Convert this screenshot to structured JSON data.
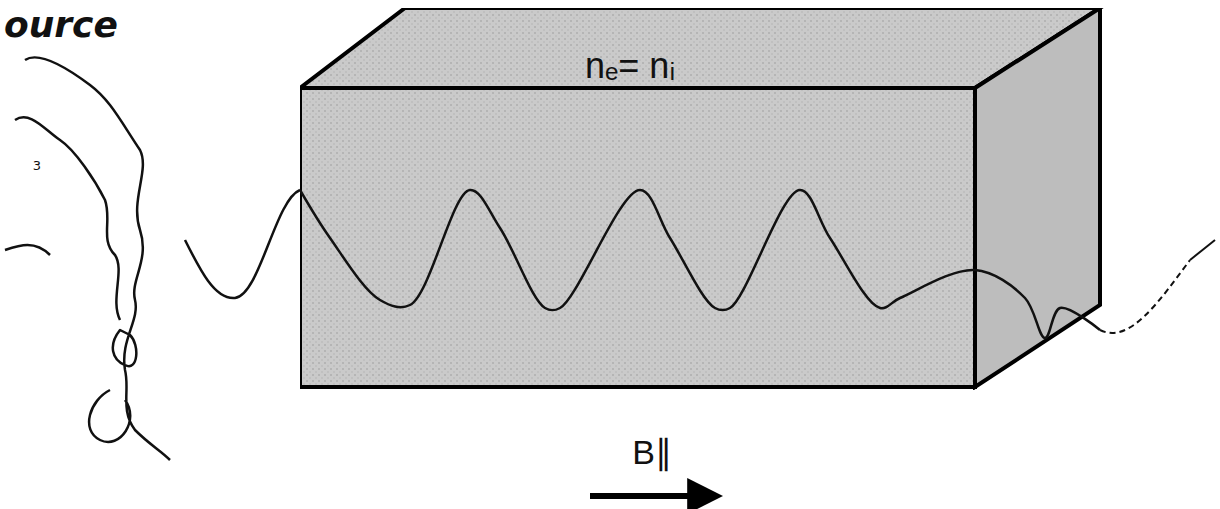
{
  "diagram": {
    "nodes": [
      {
        "text": [
          "nₑ= nᵢ"
        ]
      }
    ],
    "labels": [
      "ource",
      "3",
      "B∥"
    ]
  }
}
